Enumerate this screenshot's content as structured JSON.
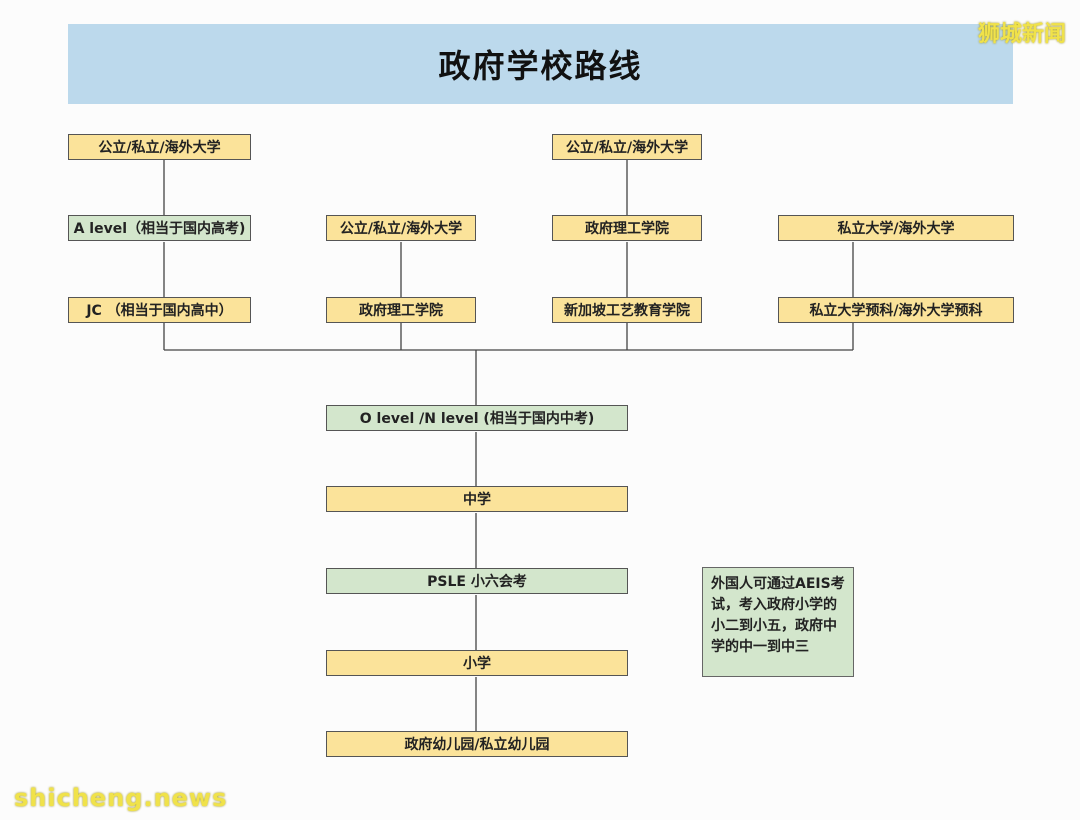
{
  "title": "政府学校路线",
  "watermark_top": "狮城新闻",
  "watermark_bottom": "shicheng.news",
  "colors": {
    "yellow_box": "#fbe39a",
    "green_box": "#d3e6cc",
    "title_bg": "#bcd9ec"
  },
  "nodes": {
    "uni_a": "公立/私立/海外大学",
    "a_level": "A level（相当于国内高考)",
    "jc": "JC （相当于国内高中）",
    "uni_b": "公立/私立/海外大学",
    "poly_b": "政府理工学院",
    "uni_c": "公立/私立/海外大学",
    "poly_c": "政府理工学院",
    "ite": "新加坡工艺教育学院",
    "private_uni": "私立大学/海外大学",
    "private_prep": "私立大学预科/海外大学预科",
    "o_level": "O level /N level (相当于国内中考)",
    "secondary": "中学",
    "psle": "PSLE 小六会考",
    "primary": "小学",
    "kindergarten": "政府幼儿园/私立幼儿园"
  },
  "note": "外国人可通过AEIS考试，考入政府小学的小二到小五，政府中学的中一到中三"
}
